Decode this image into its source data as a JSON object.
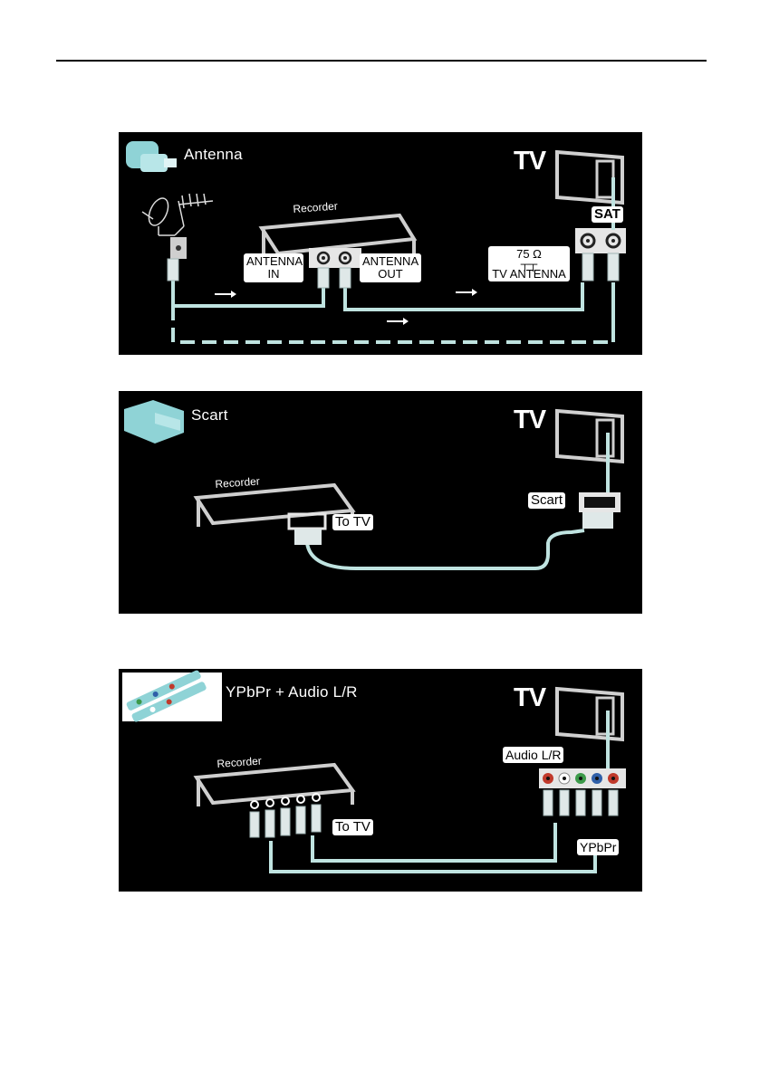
{
  "panels": {
    "antenna": {
      "title": "Antenna",
      "tv": "TV",
      "recorder": "Recorder",
      "labels": {
        "antenna_in_1": "ANTENNA",
        "antenna_in_2": "IN",
        "antenna_out_1": "ANTENNA",
        "antenna_out_2": "OUT",
        "ohm": "75 Ω",
        "tv_antenna": "TV ANTENNA",
        "sat": "SAT"
      }
    },
    "scart": {
      "title": "Scart",
      "tv": "TV",
      "recorder": "Recorder",
      "labels": {
        "to_tv": "To TV",
        "scart": "Scart"
      }
    },
    "ypbpr": {
      "title": "YPbPr + Audio L/R",
      "tv": "TV",
      "recorder": "Recorder",
      "labels": {
        "to_tv": "To TV",
        "audio": "Audio L/R",
        "ypbpr": "YPbPr"
      }
    }
  },
  "colors": {
    "panel_bg": "#000000",
    "cable": "#bfe3e0",
    "device": "#c8c8c8",
    "red": "#c0392b",
    "green": "#3c9a4a",
    "blue": "#2f5fa8"
  }
}
